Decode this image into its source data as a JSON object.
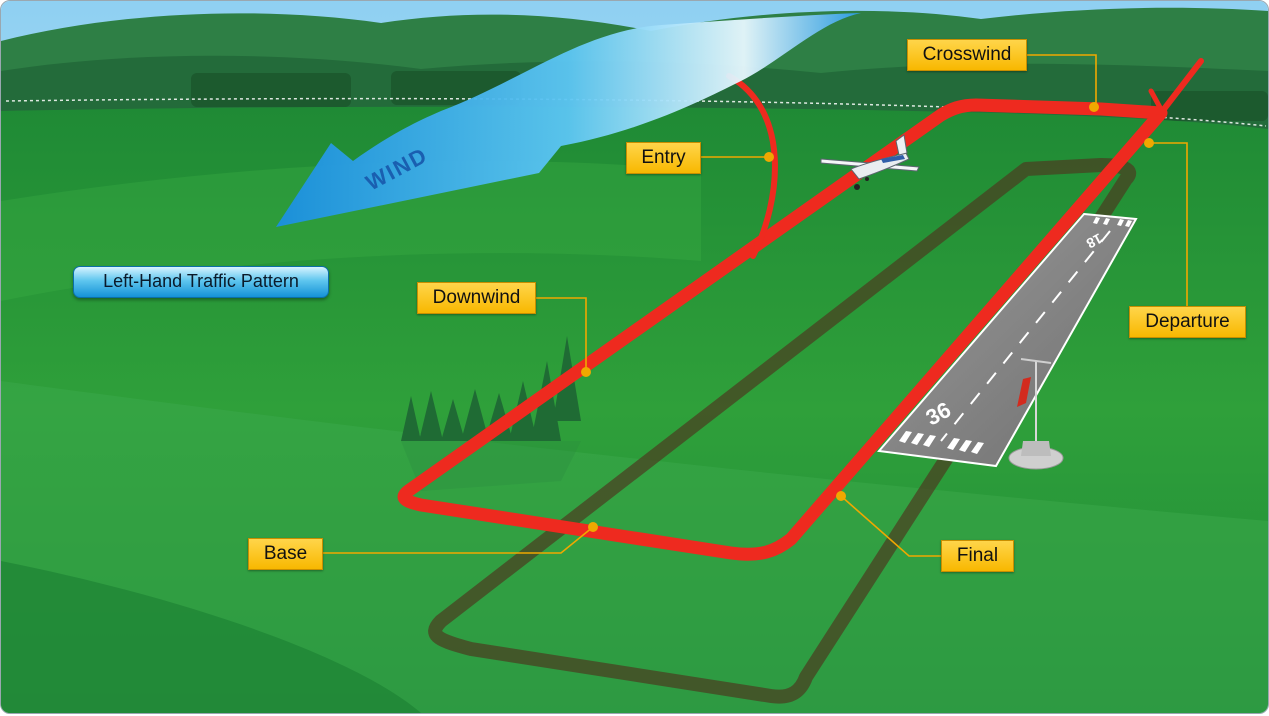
{
  "diagram": {
    "title": "Left-Hand Traffic Pattern",
    "wind_label": "WIND",
    "runway_numbers": {
      "approach_end": "36",
      "departure_end": "18"
    },
    "legs": {
      "crosswind": "Crosswind",
      "entry": "Entry",
      "downwind": "Downwind",
      "departure": "Departure",
      "base": "Base",
      "final": "Final"
    },
    "colors": {
      "pattern_path": "#ee2a1f",
      "leader_lines": "#f0a800",
      "label_fill": "#fcc51c",
      "wind_arrow": "#2aa7e8",
      "runway": "#8a8a8a",
      "grass": "#2f9e38"
    },
    "icons": [
      "airplane-icon",
      "windsock-icon",
      "wind-arrow-icon"
    ]
  }
}
